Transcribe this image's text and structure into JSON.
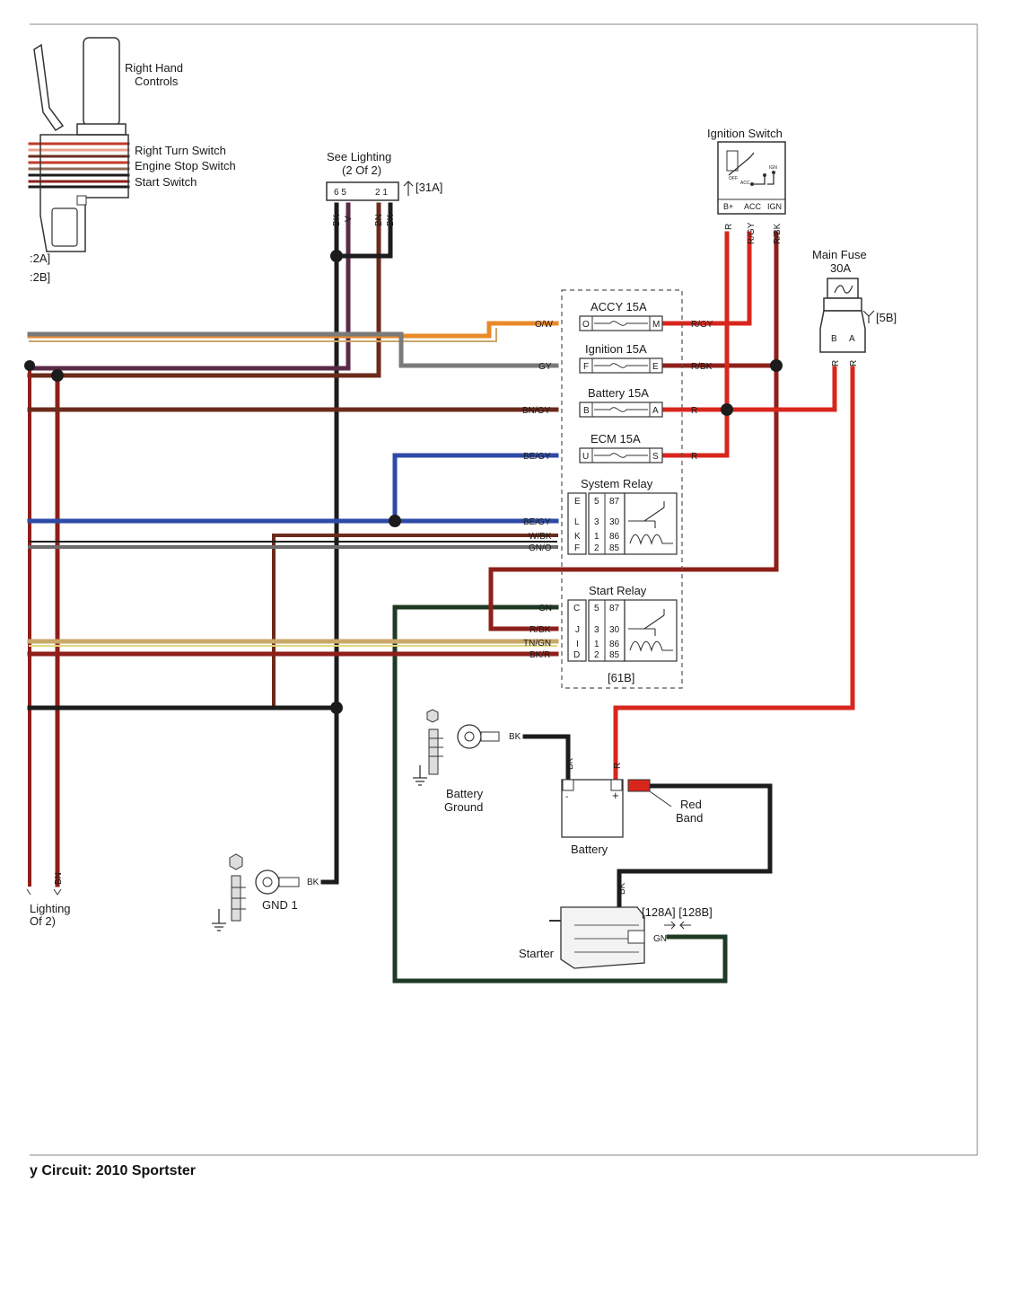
{
  "caption": "y Circuit: 2010 Sportster",
  "right_hand_controls": {
    "title_line1": "Right Hand",
    "title_line2": "Controls",
    "switches": [
      "Right Turn Switch",
      "Engine Stop Switch",
      "Start Switch"
    ],
    "refs": [
      ":2A]",
      ":2B]"
    ]
  },
  "see_lighting": {
    "line1": "See Lighting",
    "line2": "(2 Of 2)",
    "pins_left": "6 5",
    "pins_right": "2 1",
    "ref": "[31A]",
    "wires": [
      "BK",
      "V",
      "BN",
      "BK"
    ]
  },
  "ignition_switch": {
    "title": "Ignition Switch",
    "terminals": [
      "B+",
      "ACC",
      "IGN"
    ],
    "internal": [
      "OFF",
      "ACC",
      "IGN"
    ],
    "wires": [
      "R",
      "R/GY",
      "R/BK"
    ]
  },
  "main_fuse": {
    "title": "Main Fuse",
    "rating": "30A",
    "ref": "[5B]",
    "terminals": [
      "B",
      "A"
    ],
    "wires": [
      "R",
      "R"
    ]
  },
  "fuses": [
    {
      "name": "ACCY 15A",
      "in_pin": "O",
      "out_pin": "M",
      "in_wire": "O/W",
      "out_wire": "R/GY"
    },
    {
      "name": "Ignition  15A",
      "in_pin": "F",
      "out_pin": "E",
      "in_wire": "GY",
      "out_wire": "R/BK"
    },
    {
      "name": "Battery 15A",
      "in_pin": "B",
      "out_pin": "A",
      "in_wire": "BN/GY",
      "out_wire": "R"
    },
    {
      "name": "ECM  15A",
      "in_pin": "U",
      "out_pin": "S",
      "in_wire": "BE/GY",
      "out_wire": "R"
    }
  ],
  "system_relay": {
    "title": "System Relay",
    "rows": [
      {
        "pin": "E",
        "a": "5",
        "b": "87",
        "wire": ""
      },
      {
        "pin": "L",
        "a": "3",
        "b": "30",
        "wire": "BE/GY"
      },
      {
        "pin": "K",
        "a": "1",
        "b": "86",
        "wire": "W/BK"
      },
      {
        "pin": "F",
        "a": "2",
        "b": "85",
        "wire": "GN/O"
      }
    ]
  },
  "start_relay": {
    "title": "Start Relay",
    "ref": "[61B]",
    "rows": [
      {
        "pin": "C",
        "a": "5",
        "b": "87",
        "wire": "GN"
      },
      {
        "pin": "J",
        "a": "3",
        "b": "30",
        "wire": "R/BK"
      },
      {
        "pin": "I",
        "a": "1",
        "b": "86",
        "wire": "TN/GN"
      },
      {
        "pin": "D",
        "a": "2",
        "b": "85",
        "wire": "BK/R"
      }
    ]
  },
  "battery_ground": {
    "line1": "Battery",
    "line2": "Ground",
    "wire": "BK"
  },
  "battery": {
    "label": "Battery",
    "neg_wire": "BK",
    "pos_wire": "R",
    "minus": "-",
    "plus": "+"
  },
  "red_band": {
    "line1": "Red",
    "line2": "Band"
  },
  "starter": {
    "label": "Starter",
    "refs": "[128A] [128B]",
    "wire_top": "BK",
    "wire_side": "GN"
  },
  "gnd1": {
    "label": "GND 1",
    "wire": "BK"
  },
  "bottom_left": {
    "wire": "BN",
    "line1": "Lighting",
    "line2": "Of 2)"
  },
  "colors": {
    "black": "#1c1c1c",
    "red": "#d8261d",
    "dark_red": "#8e1f1a",
    "brown": "#6b2b1c",
    "blue": "#2d4aa6",
    "green": "#1f3a24",
    "gray": "#7a7a7a",
    "orange": "#e88a2a",
    "tan": "#c9a86a",
    "yellow": "#e2d77a",
    "violet": "#5a2a48"
  }
}
